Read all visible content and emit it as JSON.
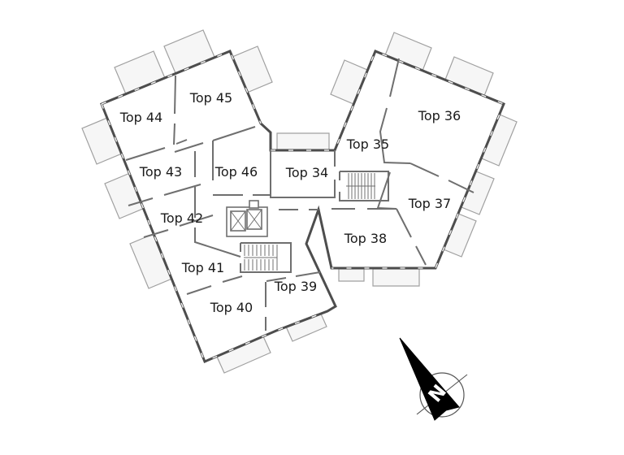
{
  "floorplan": {
    "units": [
      {
        "id": "top-34",
        "label": "Top 34"
      },
      {
        "id": "top-35",
        "label": "Top 35"
      },
      {
        "id": "top-36",
        "label": "Top 36"
      },
      {
        "id": "top-37",
        "label": "Top 37"
      },
      {
        "id": "top-38",
        "label": "Top 38"
      },
      {
        "id": "top-39",
        "label": "Top 39"
      },
      {
        "id": "top-40",
        "label": "Top 40"
      },
      {
        "id": "top-41",
        "label": "Top 41"
      },
      {
        "id": "top-42",
        "label": "Top 42"
      },
      {
        "id": "top-43",
        "label": "Top 43"
      },
      {
        "id": "top-44",
        "label": "Top 44"
      },
      {
        "id": "top-45",
        "label": "Top 45"
      },
      {
        "id": "top-46",
        "label": "Top 46"
      }
    ],
    "compass": {
      "label": "N"
    },
    "colors": {
      "exterior_wall": "#4d4d4d",
      "interior_wall": "#6f6f6f",
      "room_fill": "#ffffff",
      "balcony_fill": "#f6f6f6",
      "balcony_stroke": "#a0a0a0",
      "label_text": "#1a1a1a",
      "north_arrow": "#000000"
    }
  }
}
